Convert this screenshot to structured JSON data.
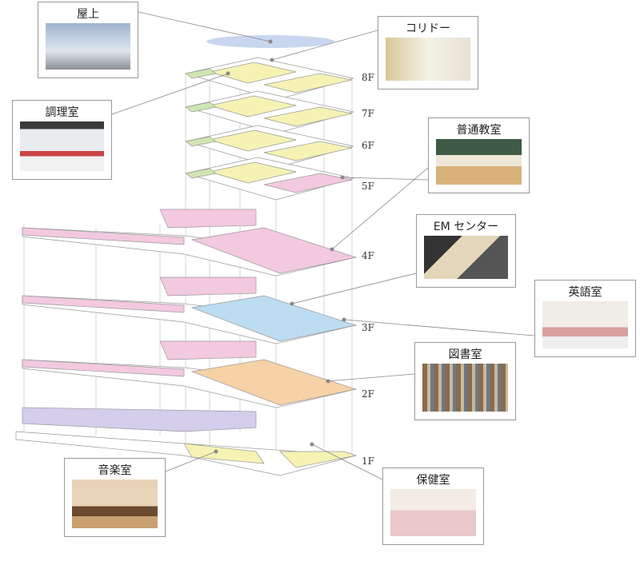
{
  "rooms": {
    "rooftop": {
      "label": "屋上"
    },
    "corridor": {
      "label": "コリドー"
    },
    "cooking": {
      "label": "調理室"
    },
    "classroom": {
      "label": "普通教室"
    },
    "em_center": {
      "label": "EM センター"
    },
    "english": {
      "label": "英語室"
    },
    "library": {
      "label": "図書室"
    },
    "music": {
      "label": "音楽室"
    },
    "infirmary": {
      "label": "保健室"
    }
  },
  "floors": [
    "8F",
    "7F",
    "6F",
    "5F",
    "4F",
    "3F",
    "2F",
    "1F"
  ],
  "colors": {
    "pink": "#f3c9df",
    "yellow": "#f6f2b4",
    "blue": "#bcdcf1",
    "orange": "#f6d2a6",
    "purple": "#d4cdec",
    "green": "#cfe6b0",
    "roof": "#c9d6ef"
  }
}
